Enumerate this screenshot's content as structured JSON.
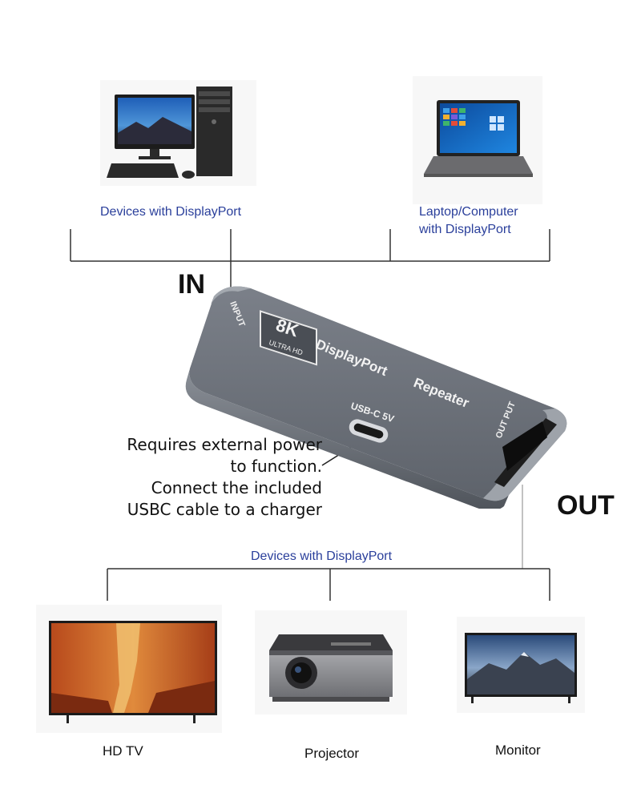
{
  "inputs": {
    "desktop_label": "Devices with DisplayPort",
    "laptop_label_line1": "Laptop/Computer",
    "laptop_label_line2": "with DisplayPort",
    "in_label": "IN"
  },
  "adapter": {
    "badge_main": "8K",
    "badge_sub": "ULTRA HD",
    "title_word1": "DisplayPort",
    "title_word2": "Repeater",
    "input_port_label": "INPUT",
    "output_port_label": "OUT PUT",
    "usb_label": "USB-C 5V",
    "body_color": "#6f747d"
  },
  "power_note": {
    "line1": "Requires external power",
    "line2": "to function.",
    "line3": "Connect the included",
    "line4": "USBC cable to a charger"
  },
  "outputs": {
    "out_label": "OUT",
    "group_label": "Devices with DisplayPort",
    "tv_label": "HD TV",
    "projector_label": "Projector",
    "monitor_label": "Monitor"
  },
  "colors": {
    "label_blue": "#2a3f9b",
    "line_color": "#333333"
  }
}
